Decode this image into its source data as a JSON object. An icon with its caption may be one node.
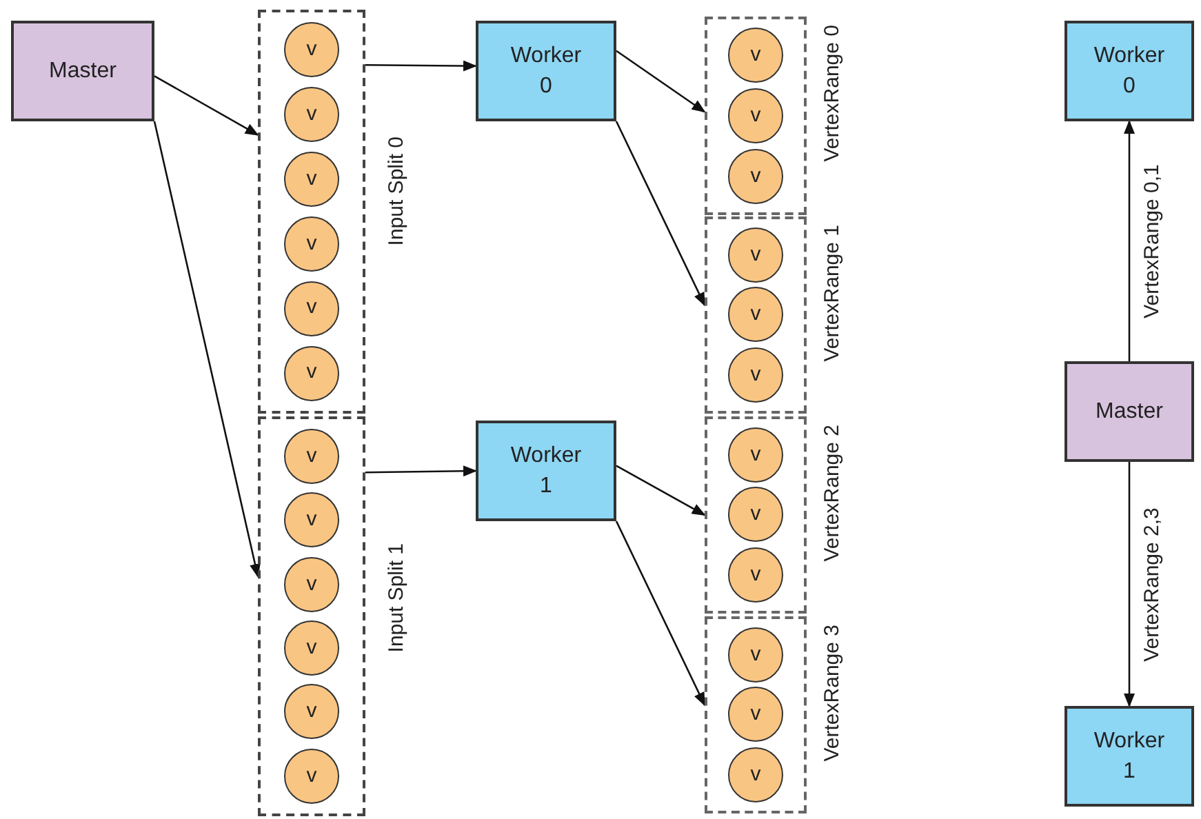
{
  "diagram": {
    "nodes": [
      {
        "text": [
          "Master"
        ]
      },
      {
        "text": [
          "Input Split 0"
        ]
      },
      {
        "text": [
          "v"
        ],
        "in": 1
      },
      {
        "text": [
          "v"
        ],
        "in": 1
      },
      {
        "text": [
          "v"
        ],
        "in": 1
      },
      {
        "text": [
          "v"
        ],
        "in": 1
      },
      {
        "text": [
          "v"
        ],
        "in": 1
      },
      {
        "text": [
          "v"
        ],
        "in": 1
      },
      {
        "text": [
          "Input Split 1"
        ]
      },
      {
        "text": [
          "v"
        ],
        "in": 8
      },
      {
        "text": [
          "v"
        ],
        "in": 8
      },
      {
        "text": [
          "v"
        ],
        "in": 8
      },
      {
        "text": [
          "v"
        ],
        "in": 8
      },
      {
        "text": [
          "v"
        ],
        "in": 8
      },
      {
        "text": [
          "v"
        ],
        "in": 8
      },
      {
        "text": [
          "Worker 0"
        ]
      },
      {
        "text": [
          "Worker 1"
        ]
      },
      {
        "text": [
          "VertexRange 0"
        ]
      },
      {
        "text": [
          "v"
        ],
        "in": 17
      },
      {
        "text": [
          "v"
        ],
        "in": 17
      },
      {
        "text": [
          "v"
        ],
        "in": 17
      },
      {
        "text": [
          "VertexRange 1"
        ]
      },
      {
        "text": [
          "v"
        ],
        "in": 21
      },
      {
        "text": [
          "v"
        ],
        "in": 21
      },
      {
        "text": [
          "v"
        ],
        "in": 21
      },
      {
        "text": [
          "VertexRange 2"
        ]
      },
      {
        "text": [
          "v"
        ],
        "in": 25
      },
      {
        "text": [
          "v"
        ],
        "in": 25
      },
      {
        "text": [
          "v"
        ],
        "in": 25
      },
      {
        "text": [
          "VertexRange 3"
        ]
      },
      {
        "text": [
          "v"
        ],
        "in": 29
      },
      {
        "text": [
          "v"
        ],
        "in": 29
      },
      {
        "text": [
          "v"
        ],
        "in": 29
      },
      {
        "text": [
          "Worker 0"
        ]
      },
      {
        "text": [
          "Master"
        ]
      },
      {
        "text": [
          "Worker 1"
        ]
      }
    ],
    "edges": [
      {
        "from": 0,
        "to": 1,
        "arrow": "to"
      },
      {
        "from": 0,
        "to": 8,
        "arrow": "to"
      },
      {
        "from": 1,
        "to": 15,
        "arrow": "to"
      },
      {
        "from": 8,
        "to": 16,
        "arrow": "to"
      },
      {
        "from": 15,
        "to": 17,
        "arrow": "to"
      },
      {
        "from": 15,
        "to": 21,
        "arrow": "to"
      },
      {
        "from": 16,
        "to": 25,
        "arrow": "to"
      },
      {
        "from": 16,
        "to": 29,
        "arrow": "to"
      },
      {
        "from": 34,
        "to": 33,
        "arrow": "to",
        "label": "VertexRange 0,1"
      },
      {
        "from": 34,
        "to": 35,
        "arrow": "to",
        "label": "VertexRange 2,3"
      }
    ]
  }
}
